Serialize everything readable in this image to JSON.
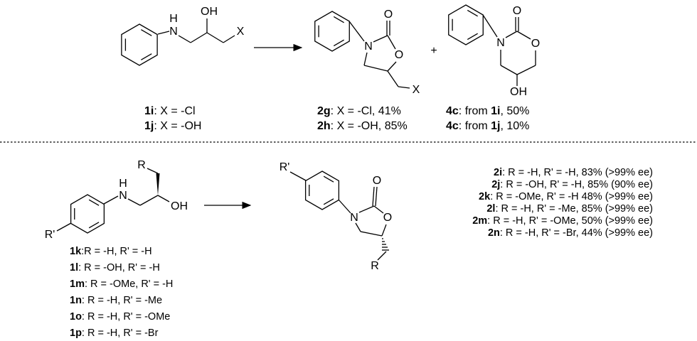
{
  "atoms": {
    "N": "N",
    "O": "O",
    "OH": "OH",
    "H": "H",
    "X": "X",
    "R": "R",
    "Rp": "R'",
    "plus": "+"
  },
  "top": {
    "reactant_labels": [
      {
        "id": "1i",
        "text": ":  X  =  -Cl"
      },
      {
        "id": "1j",
        "text": ": X = -OH"
      }
    ],
    "product_a_labels": [
      {
        "id": "2g",
        "text": ":  X  =  -Cl, 41%"
      },
      {
        "id": "2h",
        "text": ": X = -OH, 85%"
      }
    ],
    "product_b_labels": [
      {
        "id": "4c",
        "pre": ": from ",
        "src": "1i",
        "post": ", 50%"
      },
      {
        "id": "4c",
        "pre": ": from ",
        "src": "1j",
        "post": ", 10%"
      }
    ]
  },
  "bottom": {
    "reactant_labels": [
      {
        "id": "1k",
        "text": ":R = -H, R' = -H"
      },
      {
        "id": "1l",
        "text": ": R = -OH, R' = -H"
      },
      {
        "id": "1m",
        "text": ": R = -OMe, R' = -H"
      },
      {
        "id": "1n",
        "text": ": R = -H, R' = -Me"
      },
      {
        "id": "1o",
        "text": ": R = -H, R' = -OMe"
      },
      {
        "id": "1p",
        "text": ": R = -H, R' = -Br"
      }
    ],
    "product_labels": [
      {
        "id": "2i",
        "text": ":  R = -H, R' = -H, 83% (>99% ee)"
      },
      {
        "id": "2j",
        "text": ": R = -OH, R' = -H, 85% (90% ee)"
      },
      {
        "id": "2k",
        "text": ": R = -OMe, R' = -H 48% (>99% ee)"
      },
      {
        "id": "2l",
        "text": ": R = -H, R' = -Me, 85% (>99% ee)"
      },
      {
        "id": "2m",
        "text": ": R = -H, R' = -OMe, 50% (>99% ee)"
      },
      {
        "id": "2n",
        "text": ": R = -H, R' = -Br, 44% (>99% ee)"
      }
    ]
  }
}
